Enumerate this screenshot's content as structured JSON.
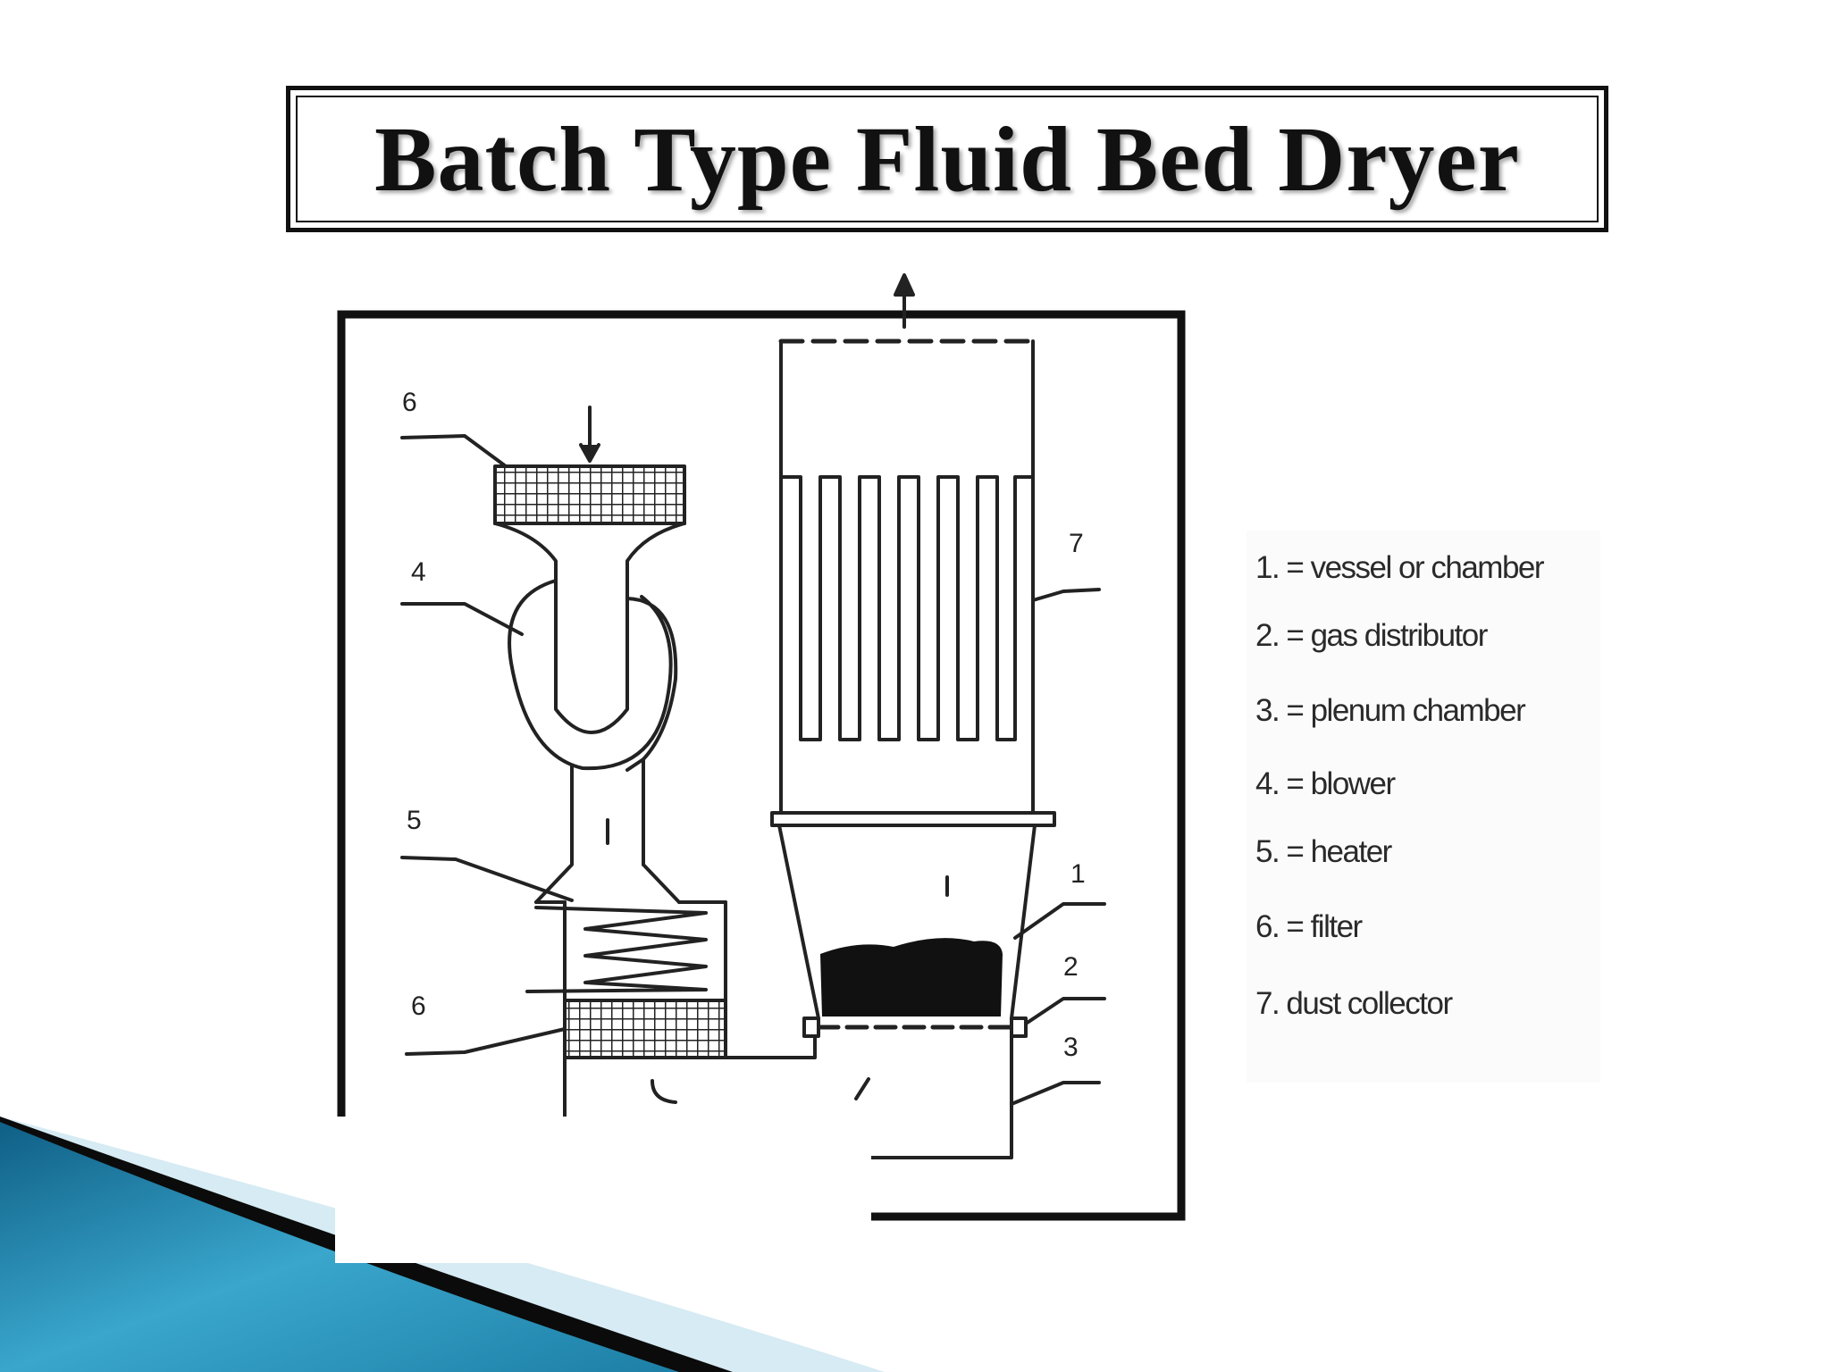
{
  "slide": {
    "title": "Batch Type Fluid Bed Dryer"
  },
  "diagram": {
    "labels": {
      "l1": "1",
      "l2": "2",
      "l3": "3",
      "l4": "4",
      "l5": "5",
      "l6_top": "6",
      "l6_bottom": "6",
      "l7": "7"
    }
  },
  "legend": {
    "items": [
      "1. = vessel or chamber",
      "2. = gas distributor",
      "3. = plenum chamber",
      "4. = blower",
      "5. = heater",
      "6. = filter",
      "7. dust collector"
    ]
  },
  "colors": {
    "corner_teal": "#1d7fa6",
    "corner_light": "#cfe6f0",
    "corner_dark": "#0b0b0b"
  }
}
